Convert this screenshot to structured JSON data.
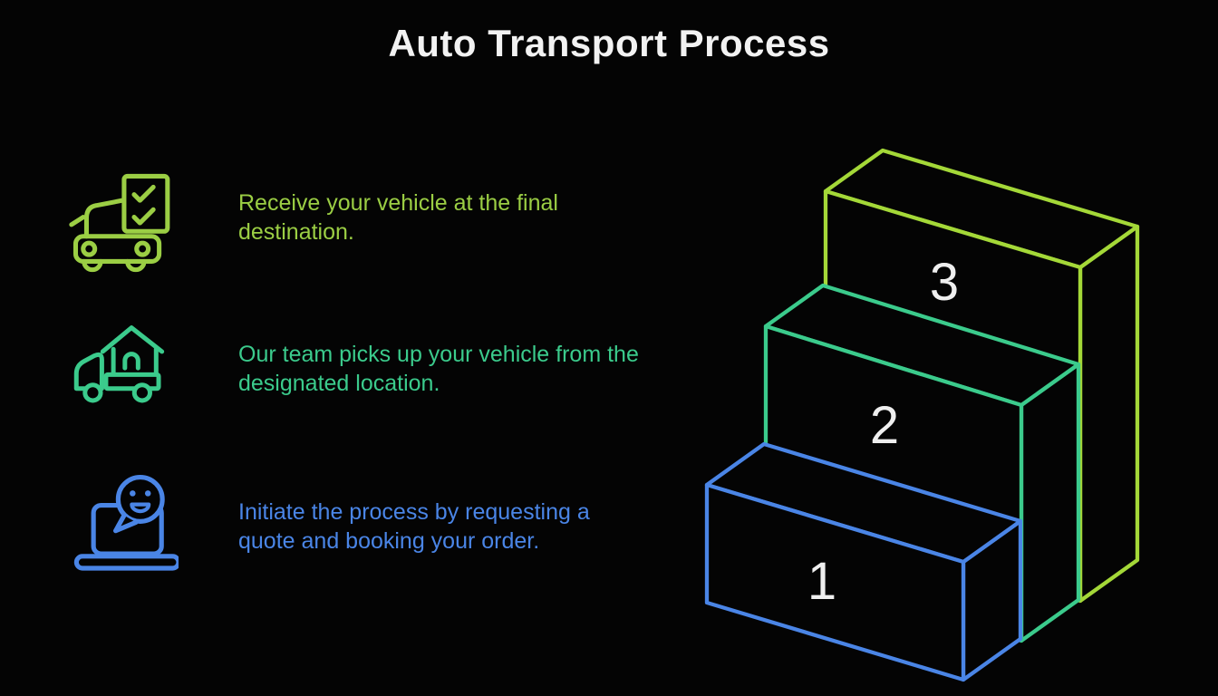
{
  "title": "Auto Transport Process",
  "colors": {
    "background": "#040404",
    "title": "#f2f2f2",
    "step_number": "#efefef"
  },
  "rows": [
    {
      "step": "3",
      "icon": "car-checklist-icon",
      "color": "#9bce44",
      "lines": [
        "Receive your vehicle at the final destination."
      ]
    },
    {
      "step": "2",
      "icon": "truck-house-icon",
      "color": "#3bcb8c",
      "lines": [
        "Our team picks up your vehicle from the",
        "designated location."
      ]
    },
    {
      "step": "1",
      "icon": "laptop-chat-icon",
      "color": "#4a85e6",
      "lines": [
        "Initiate the process by requesting a",
        "quote and booking your order."
      ]
    }
  ],
  "staircase": {
    "steps": [
      {
        "number": "1",
        "color": "#4a85e6"
      },
      {
        "number": "2",
        "color": "#3bcb8c"
      },
      {
        "number": "3",
        "color": "#a4d838"
      }
    ]
  }
}
